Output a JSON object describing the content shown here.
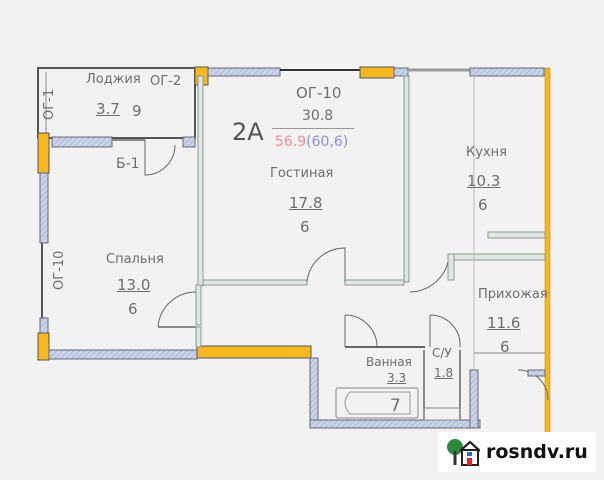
{
  "plan": {
    "apartment_code": "2A",
    "living_label": "ОГ-10",
    "living_area": "30.8",
    "total_area": "56.9",
    "total_area_with_loggia": "(60,6)",
    "colors": {
      "background": "#f2f2f2",
      "load_bearing_wall": "#f5b820",
      "window": "#c8d2e8",
      "partition": "#8a9a90",
      "text": "#6e6e6e",
      "total_red": "#f08a96",
      "total_blue": "#8a8fe0"
    }
  },
  "rooms": [
    {
      "name": "Лоджия",
      "area": "3.7",
      "height_code": "9"
    },
    {
      "name": "Гостиная",
      "area": "17.8",
      "height_code": "6"
    },
    {
      "name": "Кухня",
      "area": "10.3",
      "height_code": "6"
    },
    {
      "name": "Спальня",
      "area": "13.0",
      "height_code": "6"
    },
    {
      "name": "Прихожая",
      "area": "11.6",
      "height_code": "6"
    },
    {
      "name": "Ванная",
      "area": "3.3",
      "height_code": "7"
    },
    {
      "name": "С/У",
      "area": "1.8",
      "height_code": ""
    }
  ],
  "wall_tags": {
    "og1": "ОГ-1",
    "og2": "ОГ-2",
    "og10_left": "ОГ-10",
    "b1": "Б-1"
  },
  "watermark": {
    "text": "rosndv.ru",
    "icon": "house-tree-icon"
  }
}
